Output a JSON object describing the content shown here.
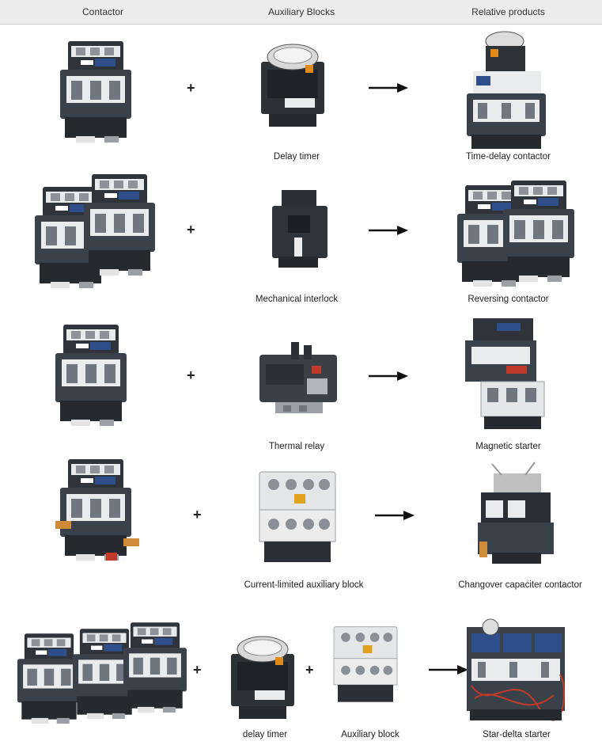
{
  "header": {
    "col1": "Contactor",
    "col2": "Auxiliary Blocks",
    "col3": "Relative products"
  },
  "symbols": {
    "plus": "+"
  },
  "rows": [
    {
      "captions": {
        "aux": "Delay timer",
        "result": "Time-delay contactor"
      }
    },
    {
      "captions": {
        "aux": "Mechanical interlock",
        "result": "Reversing contactor"
      }
    },
    {
      "captions": {
        "aux": "Thermal relay",
        "result": "Magnetic starter"
      }
    },
    {
      "captions": {
        "aux": "Current-limited auxiliary block",
        "result": "Changover capaciter contactor"
      }
    },
    {
      "captions": {
        "aux1": "delay timer",
        "aux2": "Auxiliary block",
        "result": "Star-delta starter"
      }
    }
  ],
  "colors": {
    "body_dark": "#2b3036",
    "body_mid": "#3b4148",
    "face_white": "#e9ebec",
    "label_blue": "#2e4e8c",
    "accent_orange": "#e08a1c",
    "wire_red": "#c0392b",
    "copper": "#d08b3a"
  },
  "icons": [
    "plus-icon",
    "right-arrow-icon"
  ]
}
